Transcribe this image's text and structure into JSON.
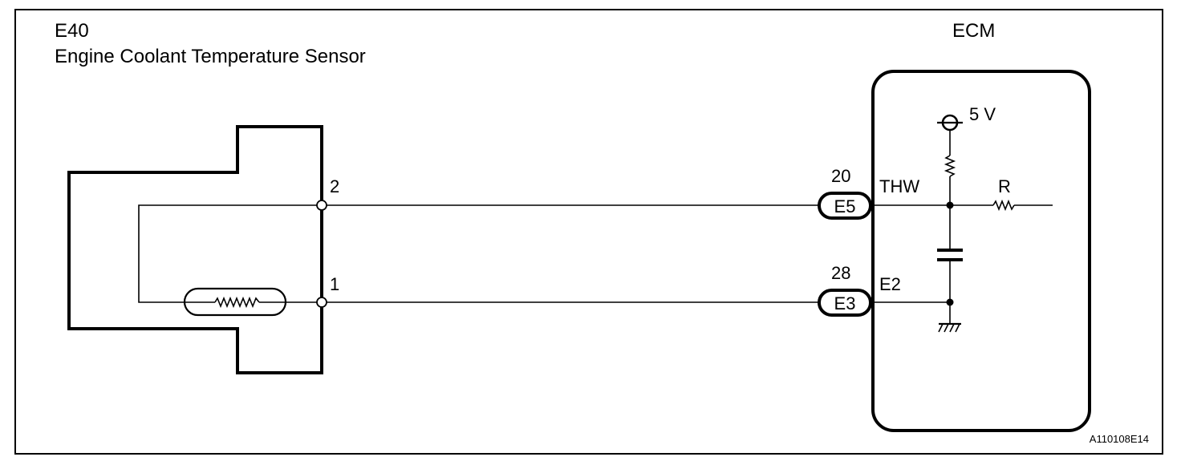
{
  "sensor": {
    "code": "E40",
    "name": "Engine Coolant Temperature Sensor",
    "pin_top": "2",
    "pin_bottom": "1"
  },
  "ecm": {
    "label": "ECM",
    "supply": "5 V",
    "resistor_label": "R",
    "terminals": [
      {
        "number": "20",
        "connector": "E5",
        "signal": "THW"
      },
      {
        "number": "28",
        "connector": "E3",
        "signal": "E2"
      }
    ]
  },
  "figure_code": "A110108E14"
}
